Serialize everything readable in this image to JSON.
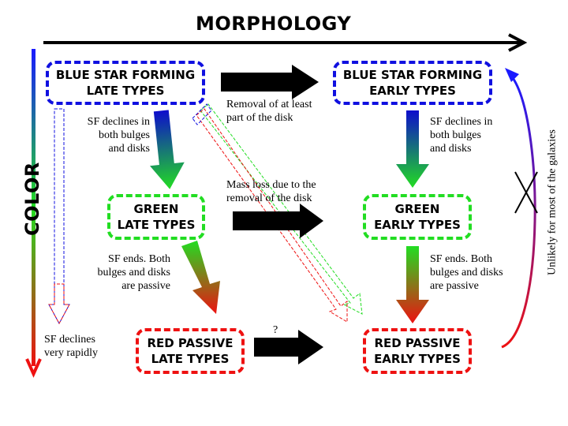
{
  "axes": {
    "morphology": "MORPHOLOGY",
    "color": "COLOR"
  },
  "boxes": {
    "blue_late": [
      "BLUE STAR FORMING",
      "LATE TYPES"
    ],
    "blue_early": [
      "BLUE STAR FORMING",
      "EARLY TYPES"
    ],
    "green_late": [
      "GREEN",
      "LATE TYPES"
    ],
    "green_early": [
      "GREEN",
      "EARLY TYPES"
    ],
    "red_late": [
      "RED PASSIVE",
      "LATE TYPES"
    ],
    "red_early": [
      "RED PASSIVE",
      "EARLY TYPES"
    ]
  },
  "notes": {
    "sf_declines_left": [
      "SF declines in",
      "both bulges",
      "and disks"
    ],
    "sf_declines_right": [
      "SF declines in",
      "both bulges",
      "and disks"
    ],
    "removal_disk": [
      "Removal of at least",
      "part of the disk"
    ],
    "mass_loss": [
      "Mass loss due to the",
      "removal of the disk"
    ],
    "sf_ends_left": [
      "SF ends. Both",
      "bulges and disks",
      "are passive"
    ],
    "sf_ends_right": [
      "SF ends. Both",
      "bulges and disks",
      "are passive"
    ],
    "sf_rapid": [
      "SF declines",
      "very rapidly"
    ],
    "question": "?",
    "unlikely": "Unlikely for most of the galaxies"
  },
  "colors": {
    "blue": "#1010e0",
    "green": "#22dd22",
    "red": "#ee1111",
    "black": "#000000"
  }
}
